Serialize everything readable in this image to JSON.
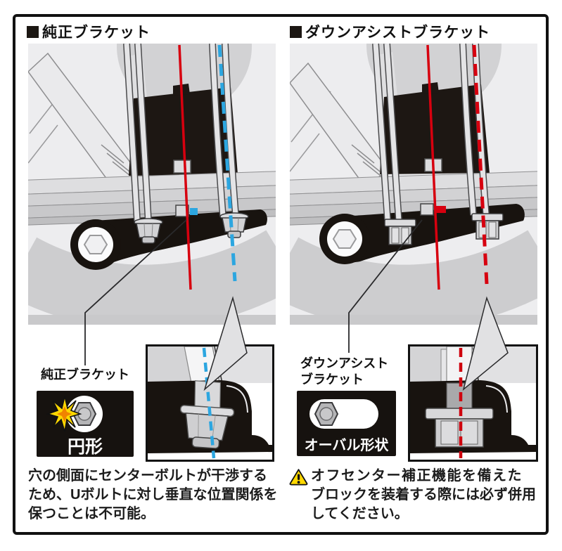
{
  "colors": {
    "accent_red": "#d7000f",
    "accent_blue": "#2ca6e0",
    "warning_yellow": "#ffd800",
    "panel_bg": "#ededef",
    "ink_black": "#18130f"
  },
  "left_panel": {
    "title": "純正ブラケット",
    "callout_label": "純正ブラケット",
    "hole_shape_label": "円形",
    "description_lines": [
      "穴の側面にセンターボルトが干渉する",
      "ため、Uボルトに対し垂直な位置関係を",
      "保つことは不可能。"
    ]
  },
  "right_panel": {
    "title": "ダウンアシストブラケット",
    "callout_label_lines": [
      "ダウンアシスト",
      "ブラケット"
    ],
    "hole_shape_label": "オーバル形状",
    "warning_lines": [
      "オフセンター補正機能を備えた",
      "ブロックを装着する際には必ず併用",
      "してください。"
    ]
  }
}
